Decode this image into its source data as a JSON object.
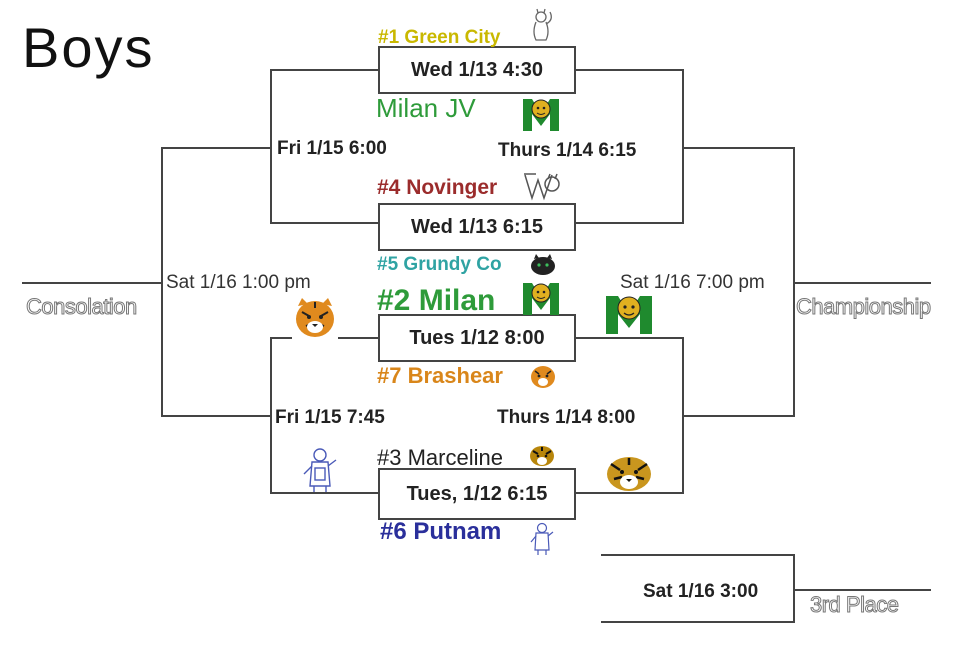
{
  "title": "Boys",
  "games": {
    "g1": "Wed 1/13 4:30",
    "g2": "Wed 1/13 6:15",
    "g3": "Tues 1/12 8:00",
    "g4": "Tues, 1/12 6:15",
    "third_place": "Sat 1/16 3:00"
  },
  "times": {
    "fri_top": "Fri 1/15 6:00",
    "thurs_top": "Thurs 1/14 6:15",
    "sat_left": "Sat 1/16 1:00 pm",
    "sat_right": "Sat 1/16 7:00 pm",
    "fri_bottom": "Fri 1/15 7:45",
    "thurs_bottom": "Thurs 1/14 8:00"
  },
  "labels": {
    "consolation": "Consolation",
    "championship": "Championship",
    "third_place": "3rd Place"
  },
  "teams": [
    {
      "key": "green_city",
      "label": "#1 Green City",
      "color": "#c9b800",
      "icon": "squirrel-icon"
    },
    {
      "key": "milan_jv",
      "label": "Milan JV",
      "color": "#2e9b3a",
      "icon": "tiger-m-icon"
    },
    {
      "key": "novinger",
      "label": "#4 Novinger",
      "color": "#9b2c2c",
      "icon": "wildcat-icon"
    },
    {
      "key": "grundy_co",
      "label": "#5 Grundy Co",
      "color": "#2fa3a3",
      "icon": "panther-icon"
    },
    {
      "key": "milan",
      "label": "#2 Milan",
      "color": "#2e9b3a",
      "icon": "tiger-m-icon"
    },
    {
      "key": "brashear",
      "label": "#7 Brashear",
      "color": "#d9861a",
      "icon": "tiger-icon"
    },
    {
      "key": "marceline",
      "label": "#3 Marceline",
      "color": "#222222",
      "icon": "tiger-icon"
    },
    {
      "key": "putnam",
      "label": "#6 Putnam",
      "color": "#2a2f9b",
      "icon": "midget-icon"
    }
  ],
  "colors": {
    "line": "#444444",
    "milan_green": "#1f8a2e",
    "tiger_orange": "#e08a1e"
  }
}
